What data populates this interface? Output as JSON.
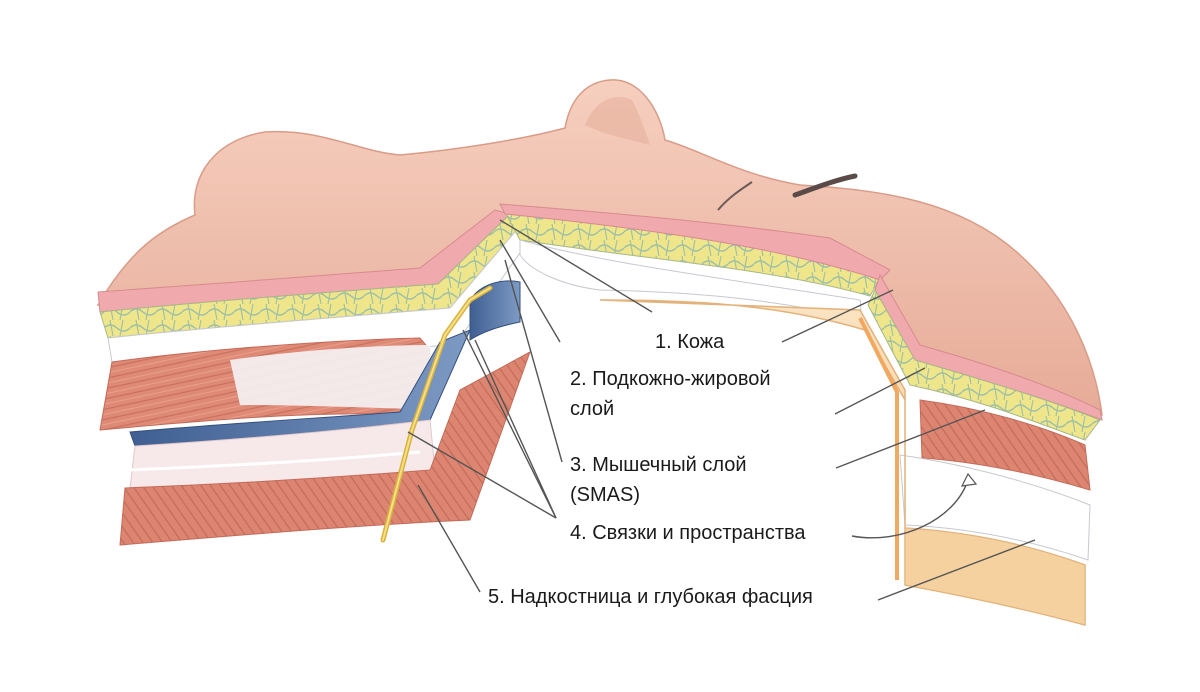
{
  "labels": {
    "skin": "1. Кожа",
    "fat_line1": "2. Подкожно-жировой",
    "fat_line2": "слой",
    "muscle_line1": "3. Мышечный слой",
    "muscle_line2": "(SMAS)",
    "ligaments": "4. Связки и пространства",
    "periosteum": "5. Надкостница и глубокая фасция"
  },
  "colors": {
    "skin": "#f2c3b3",
    "skin_shadow": "#d89f8c",
    "skin_edge": "#e79aa0",
    "fat": "#efe58a",
    "fat_lines": "#9cc0a8",
    "fascia": "#ffffff",
    "muscle": "#de8a76",
    "muscle_stripe": "#c8705e",
    "blue_layer": "#5a78a6",
    "bone": "#f7d7ad",
    "leader_line": "#555555"
  }
}
